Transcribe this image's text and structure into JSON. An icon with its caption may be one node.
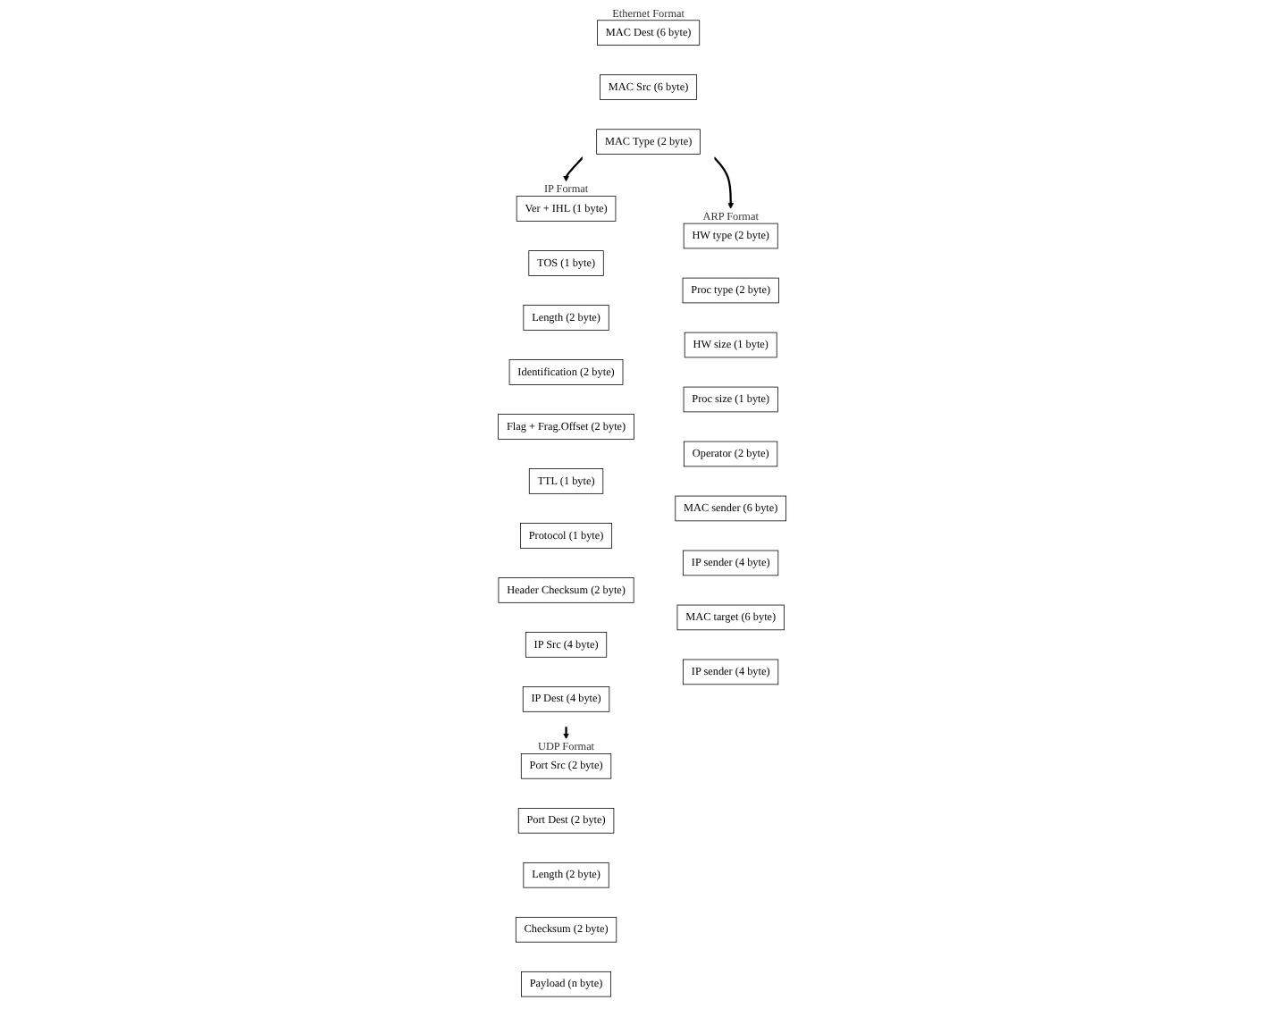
{
  "diagram": {
    "nodes": [
      {
        "text": [
          "Ethernet Format"
        ]
      },
      {
        "text": [
          "MAC Dest (6 byte)"
        ],
        "in": 0
      },
      {
        "text": [
          "MAC Src (6 byte)"
        ],
        "in": 0
      },
      {
        "text": [
          "MAC Type (2 byte)"
        ],
        "in": 0
      },
      {
        "text": [
          "ARP Format"
        ]
      },
      {
        "text": [
          "HW type (2 byte)"
        ],
        "in": 4
      },
      {
        "text": [
          "Proc type (2 byte)"
        ],
        "in": 4
      },
      {
        "text": [
          "HW size (1 byte)"
        ],
        "in": 4
      },
      {
        "text": [
          "Proc size (1 byte)"
        ],
        "in": 4
      },
      {
        "text": [
          "Operator (2 byte)"
        ],
        "in": 4
      },
      {
        "text": [
          "MAC sender (6 byte)"
        ],
        "in": 4
      },
      {
        "text": [
          "IP sender (4 byte)"
        ],
        "in": 4
      },
      {
        "text": [
          "MAC target (6 byte)"
        ],
        "in": 4
      },
      {
        "text": [
          "IP sender (4 byte)"
        ],
        "in": 4
      },
      {
        "text": [
          "IP Format"
        ]
      },
      {
        "text": [
          "Ver + IHL (1 byte)"
        ],
        "in": 14
      },
      {
        "text": [
          "TOS (1 byte)"
        ],
        "in": 14
      },
      {
        "text": [
          "Length (2 byte)"
        ],
        "in": 14
      },
      {
        "text": [
          "Identification (2 byte)"
        ],
        "in": 14
      },
      {
        "text": [
          "Flag + Frag.Offset (2 byte)"
        ],
        "in": 14
      },
      {
        "text": [
          "TTL (1 byte)"
        ],
        "in": 14
      },
      {
        "text": [
          "Protocol (1 byte)"
        ],
        "in": 14
      },
      {
        "text": [
          "Header Checksum (2 byte)"
        ],
        "in": 14
      },
      {
        "text": [
          "IP Src (4 byte)"
        ],
        "in": 14
      },
      {
        "text": [
          "IP Dest (4 byte)"
        ],
        "in": 14
      },
      {
        "text": [
          "UDP Format"
        ]
      },
      {
        "text": [
          "Port Src (2 byte)"
        ],
        "in": 25
      },
      {
        "text": [
          "Port Dest (2 byte)"
        ],
        "in": 25
      },
      {
        "text": [
          "Length (2 byte)"
        ],
        "in": 25
      },
      {
        "text": [
          "Checksum (2 byte)"
        ],
        "in": 25
      },
      {
        "text": [
          "Payload (n byte)"
        ],
        "in": 25
      }
    ],
    "edges": [
      {
        "from": 0,
        "to": 14,
        "arrow": "to"
      },
      {
        "from": 0,
        "to": 4,
        "arrow": "to"
      },
      {
        "from": 14,
        "to": 25,
        "arrow": "to"
      }
    ]
  }
}
